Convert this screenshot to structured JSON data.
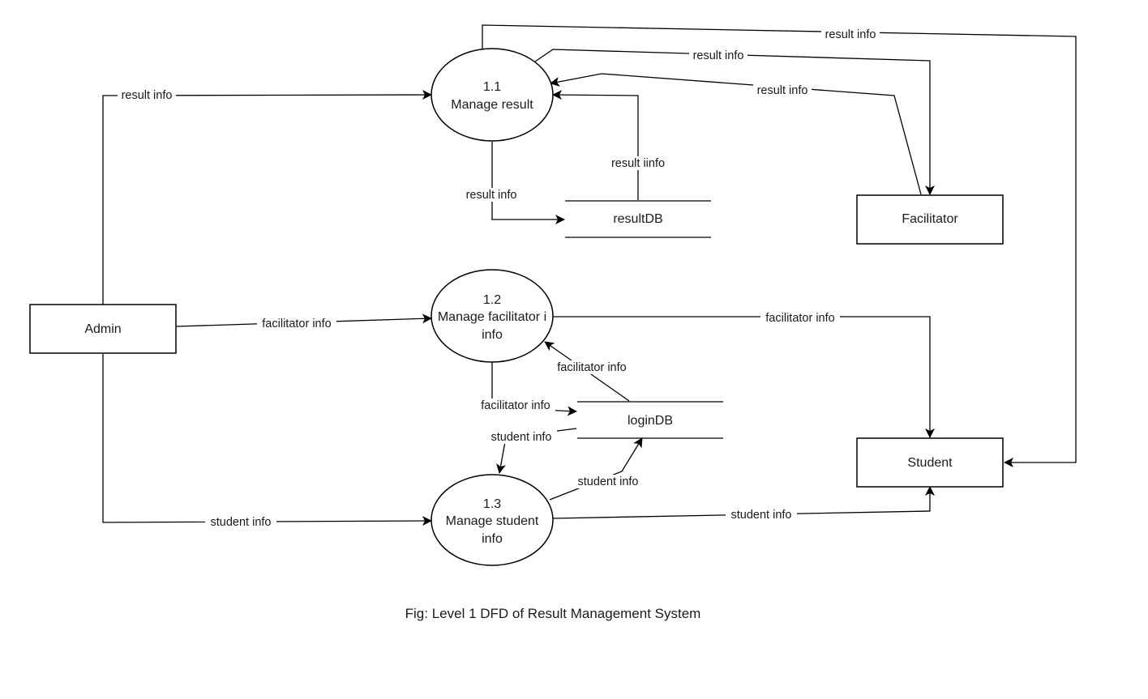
{
  "diagram": {
    "caption": "Fig: Level 1 DFD of Result Management System",
    "entities": {
      "admin": "Admin",
      "facilitator": "Facilitator",
      "student": "Student"
    },
    "processes": {
      "p1": {
        "number": "1.1",
        "name": "Manage result"
      },
      "p2": {
        "number": "1.2",
        "name_line1": "Manage facilitator i",
        "name_line2": "info"
      },
      "p3": {
        "number": "1.3",
        "name_line1": "Manage student",
        "name_line2": "info"
      }
    },
    "stores": {
      "result": "resultDB",
      "login": "loginDB"
    },
    "flows": {
      "admin_to_p1": "result info",
      "p1_to_student": "result info",
      "p1_to_facilitator": "result info",
      "facilitator_to_p1": "result info",
      "p1_to_resultdb": "result info",
      "resultdb_to_p1": "result iinfo",
      "admin_to_p2": "facilitator info",
      "p2_to_student": "facilitator info",
      "logindb_to_p2": "facilitator info",
      "p2_to_logindb": "facilitator info",
      "logindb_to_p3": "student info",
      "p3_to_logindb": "student info",
      "admin_to_p3": "student info",
      "p3_to_student": "student info"
    }
  }
}
